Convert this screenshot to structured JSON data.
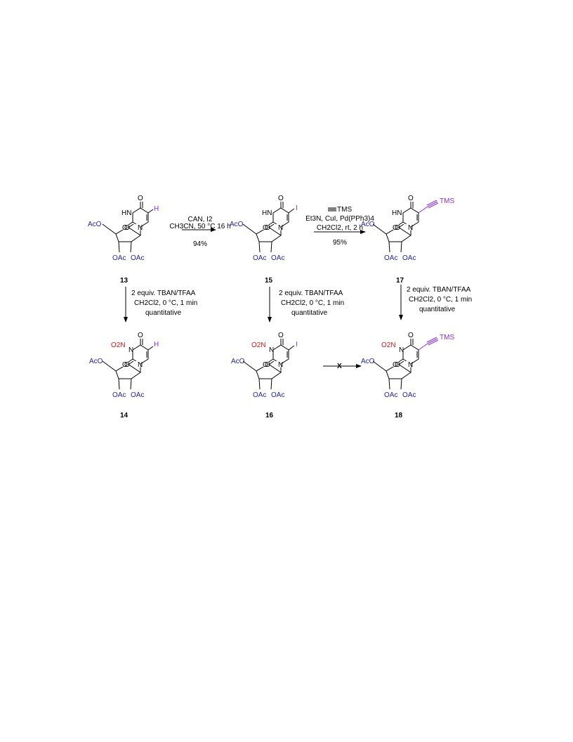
{
  "colors": {
    "acetyl": "#1f1fa8",
    "nitro": "#d01818",
    "highlight": "#8a2be2"
  },
  "atoms": {
    "O": "O",
    "HN": "HN",
    "N": "N",
    "H": "H",
    "I": "I",
    "TMS": "TMS",
    "AcO": "AcO",
    "OAc": "OAc",
    "O2N": "O2N"
  },
  "compounds": [
    "13",
    "15",
    "17",
    "14",
    "16",
    "18"
  ],
  "reactions": {
    "r1": {
      "line1": "CAN, I2",
      "line2": "CH3CN, 50 °C 16 h",
      "yield": "94%"
    },
    "r2": {
      "reagent_label": "TMS",
      "line1": "Et3N, CuI, Pd(PPh3)4",
      "line2": "CH2Cl2, rt, 2 h",
      "yield": "95%"
    },
    "nitration": {
      "line1": "2 equiv. TBAN/TFAA",
      "line2": "CH2Cl2, 0 °C, 1 min",
      "line3": "quantitative"
    },
    "blocked": {
      "mark": "X"
    }
  }
}
